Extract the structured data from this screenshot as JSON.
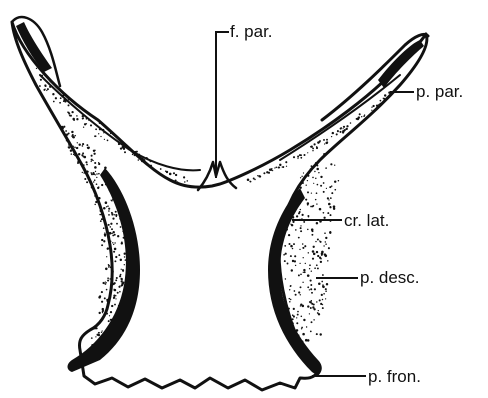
{
  "labels": {
    "f_par": "f. par.",
    "p_par": "p. par.",
    "cr_lat": "cr. lat.",
    "p_desc": "p. desc.",
    "p_fron": "p. fron."
  },
  "colors": {
    "ink": "#111111",
    "paper": "#ffffff"
  }
}
